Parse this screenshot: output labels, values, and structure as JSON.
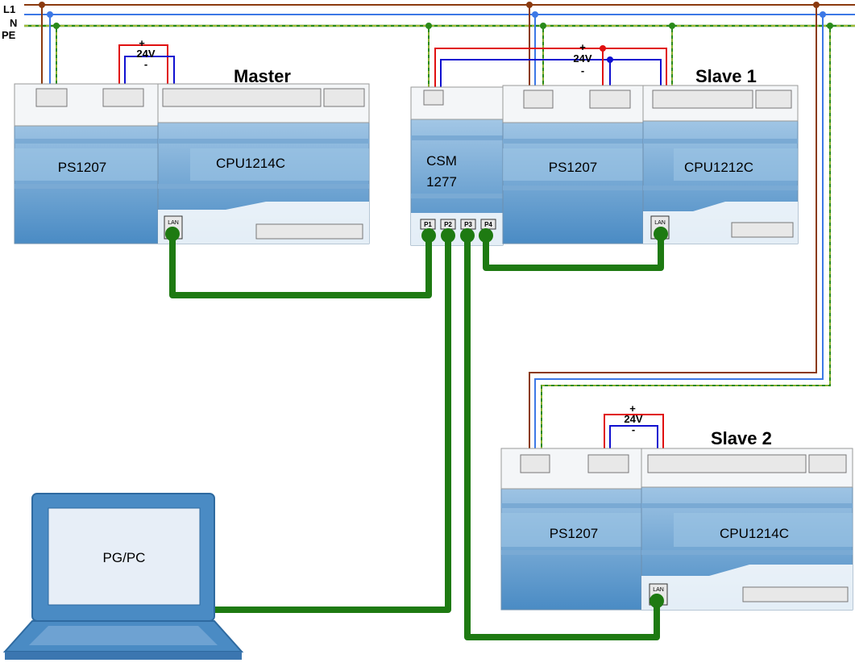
{
  "bus": {
    "l1": "L1",
    "n": "N",
    "pe": "PE"
  },
  "supply_label": {
    "plus": "+",
    "voltage": "24V",
    "minus": "-"
  },
  "stations": {
    "master": "Master",
    "slave1": "Slave 1",
    "slave2": "Slave 2"
  },
  "modules": {
    "master_ps": "PS1207",
    "master_cpu": "CPU1214C",
    "csm_line1": "CSM",
    "csm_line2": "1277",
    "slave1_ps": "PS1207",
    "slave1_cpu": "CPU1212C",
    "slave2_ps": "PS1207",
    "slave2_cpu": "CPU1214C"
  },
  "ports": {
    "lan": "LAN",
    "p1": "P1",
    "p2": "P2",
    "p3": "P3",
    "p4": "P4"
  },
  "pc": {
    "label": "PG/PC"
  },
  "colors": {
    "l1": "#8b3a0f",
    "n": "#3c78e6",
    "pe_green": "#2a8a1a",
    "pe_yellow": "#e8d84a",
    "plus_24v": "#e01010",
    "minus_24v": "#1010d0",
    "ethernet": "#1e7a12",
    "module_blue": "#4a8bc4",
    "module_light": "#9cc4e4"
  }
}
